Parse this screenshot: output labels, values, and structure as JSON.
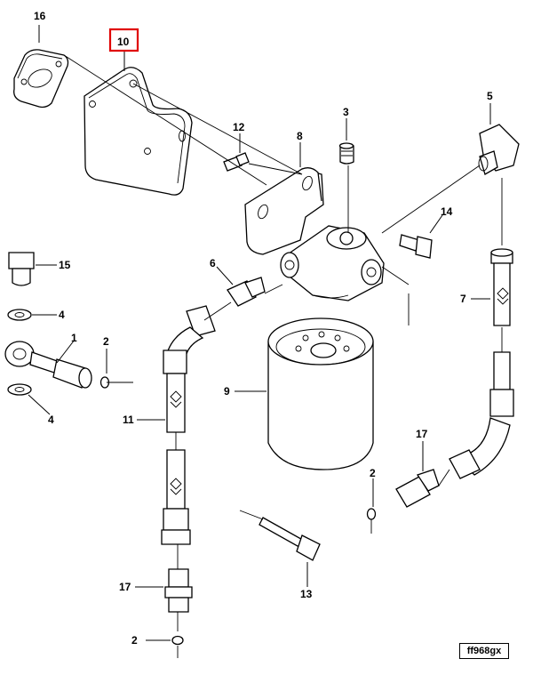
{
  "diagram": {
    "highlight_color": "#e00000",
    "callouts": [
      {
        "id": "16",
        "label": "16"
      },
      {
        "id": "10",
        "label": "10",
        "highlighted": true
      },
      {
        "id": "12",
        "label": "12"
      },
      {
        "id": "3",
        "label": "3"
      },
      {
        "id": "8",
        "label": "8"
      },
      {
        "id": "5",
        "label": "5"
      },
      {
        "id": "14",
        "label": "14"
      },
      {
        "id": "15",
        "label": "15"
      },
      {
        "id": "4a",
        "label": "4"
      },
      {
        "id": "1",
        "label": "1"
      },
      {
        "id": "2a",
        "label": "2"
      },
      {
        "id": "4b",
        "label": "4"
      },
      {
        "id": "6",
        "label": "6"
      },
      {
        "id": "7",
        "label": "7"
      },
      {
        "id": "9",
        "label": "9"
      },
      {
        "id": "11",
        "label": "11"
      },
      {
        "id": "17a",
        "label": "17"
      },
      {
        "id": "2b",
        "label": "2"
      },
      {
        "id": "13",
        "label": "13"
      },
      {
        "id": "17b",
        "label": "17"
      },
      {
        "id": "2c",
        "label": "2"
      }
    ],
    "figure_id": "ff968gx"
  }
}
